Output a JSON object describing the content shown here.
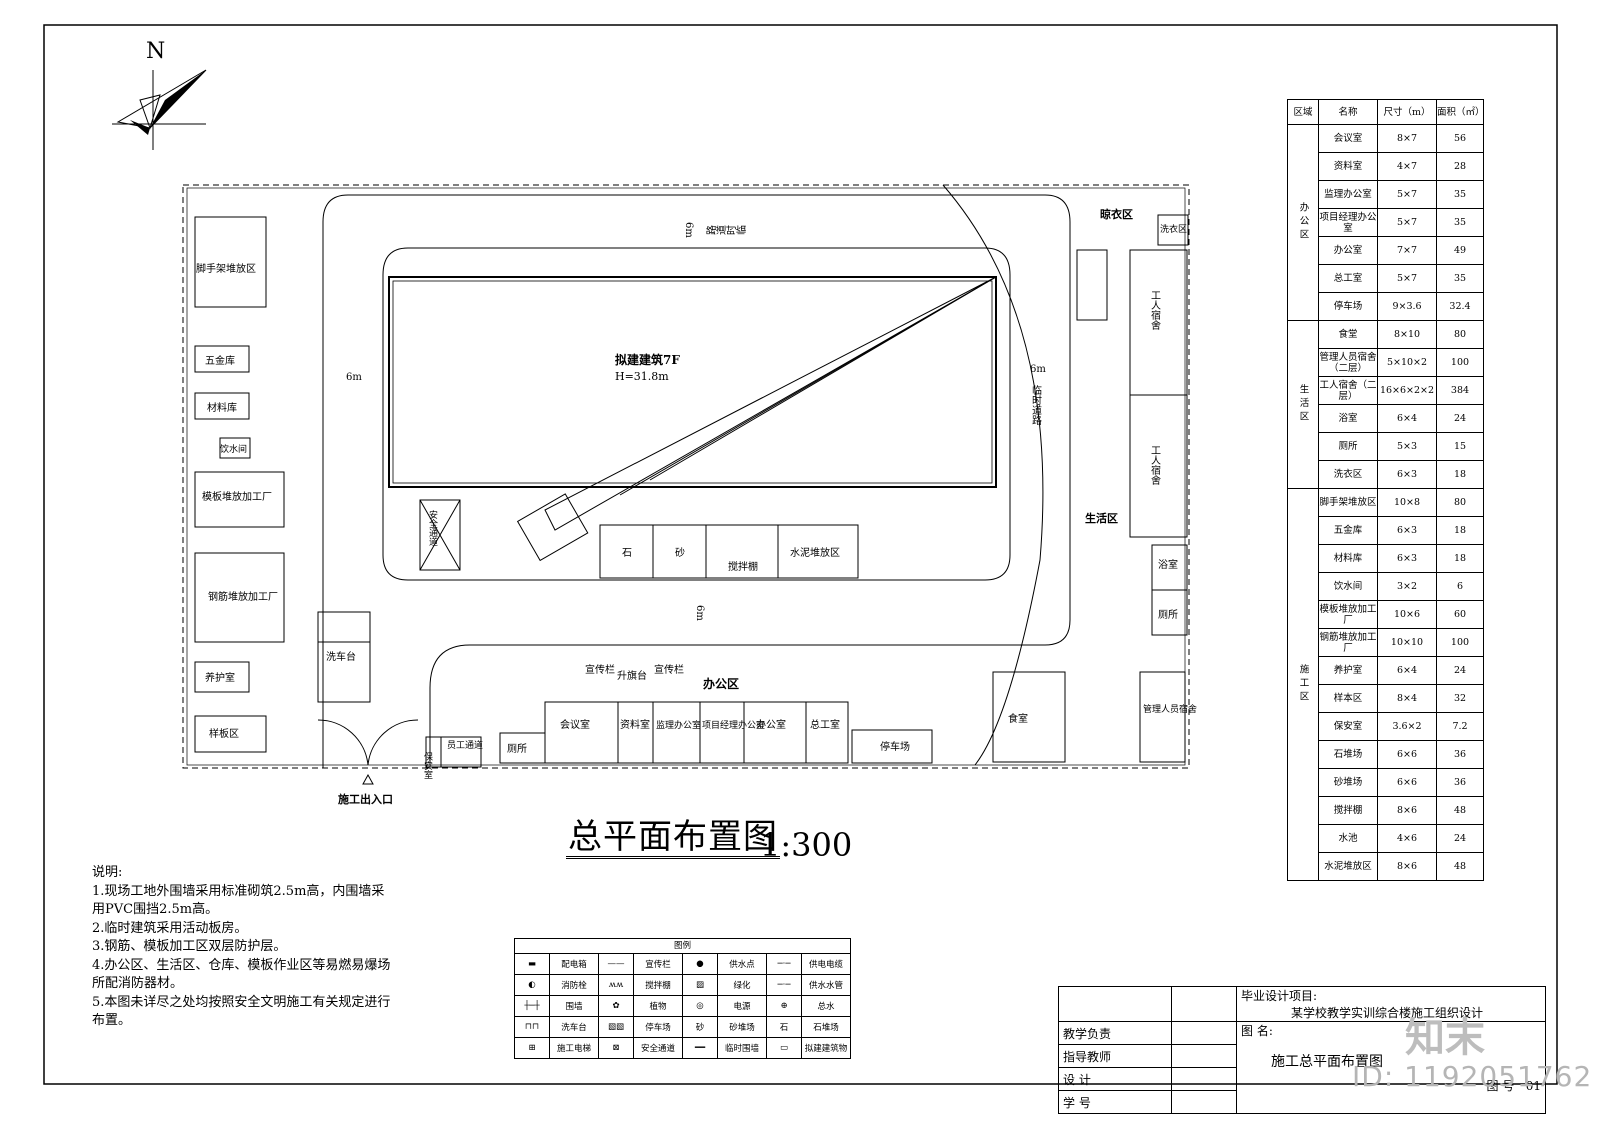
{
  "north": "N",
  "building": {
    "name": "拟建建筑7F",
    "height": "H=31.8m"
  },
  "roads": {
    "width_label": "6m",
    "road_name": "临时道路",
    "road_name_rev": "路道时临"
  },
  "left_column": [
    {
      "id": "scaffold",
      "label": "脚手架堆放区"
    },
    {
      "id": "hardware",
      "label": "五金库"
    },
    {
      "id": "material",
      "label": "材料库"
    },
    {
      "id": "drinking",
      "label": "饮水间"
    },
    {
      "id": "formwork",
      "label": "模板堆放加工厂"
    },
    {
      "id": "rebar",
      "label": "钢筋堆放加工厂"
    },
    {
      "id": "curing",
      "label": "养护室"
    },
    {
      "id": "sample",
      "label": "样板区"
    }
  ],
  "site": {
    "carwash": "洗车台",
    "entrance": "施工出入口",
    "guard": "保安室",
    "staff_passage": "员工通道",
    "toilet": "厕所",
    "meeting": "会议室",
    "archive": "资料室",
    "supervisor": "监理办公室",
    "pm_office": "项目经理办公室",
    "office": "办公室",
    "chief_eng": "总工室",
    "parking": "停车场",
    "office_zone": "办公区",
    "billboard1": "宣传栏",
    "flag": "升旗台",
    "billboard2": "宣传栏",
    "stone": "石",
    "sand": "砂",
    "mixer": "搅拌棚",
    "cement": "水泥堆放区",
    "canteen": "食室",
    "manager_dorm": "管理人员宿舍",
    "drying": "晾衣区",
    "laundry": "洗衣区",
    "dorm1": "工人宿舍",
    "dorm2": "工人宿舍",
    "living_zone": "生活区",
    "bath": "浴室",
    "wc": "厕所",
    "safe_passage": "安全通道"
  },
  "title": "总平面布置图",
  "scale": "1:300",
  "notes": [
    "说明:",
    "1.现场工地外围墙采用标准砌筑2.5m高，内围墙采用PVC围挡2.5m高。",
    "2.临时建筑采用活动板房。",
    "3.钢筋、模板加工区双层防护层。",
    "4.办公区、生活区、仓库、模板作业区等易燃易爆场所配消防器材。",
    "5.本图未详尽之处均按照安全文明施工有关规定进行布置。"
  ],
  "area_table": {
    "headers": [
      "区域",
      "名称",
      "尺寸（m）",
      "面积（㎡）"
    ],
    "groups": [
      {
        "zone": "办公区",
        "rows": [
          [
            "会议室",
            "8×7",
            "56"
          ],
          [
            "资料室",
            "4×7",
            "28"
          ],
          [
            "监理办公室",
            "5×7",
            "35"
          ],
          [
            "项目经理办公室",
            "5×7",
            "35"
          ],
          [
            "办公室",
            "7×7",
            "49"
          ],
          [
            "总工室",
            "5×7",
            "35"
          ],
          [
            "停车场",
            "9×3.6",
            "32.4"
          ]
        ]
      },
      {
        "zone": "生活区",
        "rows": [
          [
            "食堂",
            "8×10",
            "80"
          ],
          [
            "管理人员宿舍（二层）",
            "5×10×2",
            "100"
          ],
          [
            "工人宿舍（二层）",
            "16×6×2×2",
            "384"
          ],
          [
            "浴室",
            "6×4",
            "24"
          ],
          [
            "厕所",
            "5×3",
            "15"
          ],
          [
            "洗衣区",
            "6×3",
            "18"
          ]
        ]
      },
      {
        "zone": "施工区",
        "rows": [
          [
            "脚手架堆放区",
            "10×8",
            "80"
          ],
          [
            "五金库",
            "6×3",
            "18"
          ],
          [
            "材料库",
            "6×3",
            "18"
          ],
          [
            "饮水间",
            "3×2",
            "6"
          ],
          [
            "模板堆放加工厂",
            "10×6",
            "60"
          ],
          [
            "钢筋堆放加工厂",
            "10×10",
            "100"
          ],
          [
            "养护室",
            "6×4",
            "24"
          ],
          [
            "样本区",
            "8×4",
            "32"
          ],
          [
            "保安室",
            "3.6×2",
            "7.2"
          ],
          [
            "石堆场",
            "6×6",
            "36"
          ],
          [
            "砂堆场",
            "6×6",
            "36"
          ],
          [
            "搅拌棚",
            "8×6",
            "48"
          ],
          [
            "水池",
            "4×6",
            "24"
          ],
          [
            "水泥堆放区",
            "8×6",
            "48"
          ]
        ]
      }
    ]
  },
  "legend": {
    "title": "图例",
    "rows": [
      [
        "配电箱",
        "宣传栏",
        "供水点",
        "供电电缆"
      ],
      [
        "消防栓",
        "搅拌棚",
        "绿化",
        "供水水管"
      ],
      [
        "围墙",
        "植物",
        "电源",
        "总水"
      ],
      [
        "洗车台",
        "停车场",
        "砂堆场",
        "石堆场"
      ],
      [
        "施工电梯",
        "安全通道",
        "临时围墙",
        "拟建建筑物"
      ]
    ],
    "symbols": [
      [
        "▬",
        "——",
        "●",
        "─·─"
      ],
      [
        "◐",
        "ʍʍ",
        "▨",
        "─·─"
      ],
      [
        "┼─┼",
        "✿",
        "◎",
        "⊕"
      ],
      [
        "⊓⊓",
        "▧▧",
        "砂",
        "石"
      ],
      [
        "⊞",
        "⊠",
        "━━",
        "▭"
      ]
    ]
  },
  "title_block": {
    "project_label": "毕业设计项目:",
    "project_name": "某学校教学实训综合楼施工组织设计",
    "drawing_name_label": "图 名:",
    "drawing_name": "施工总平面布置图",
    "roles": [
      "教学负责",
      "指导教师",
      "设 计",
      "学 号"
    ],
    "number_label": "图 号",
    "number": "01"
  },
  "watermark": "知末",
  "image_id": "ID: 1192051762"
}
